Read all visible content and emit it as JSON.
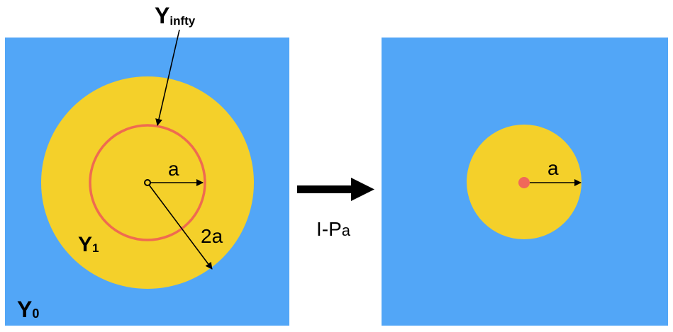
{
  "labels": {
    "y_infty_main": "Y",
    "y_infty_sub": "infty",
    "y1_main": "Y",
    "y1_sub": "1",
    "y0_main": "Y",
    "y0_sub": "0",
    "left_a": "a",
    "left_2a": "2a",
    "right_a": "a",
    "operator_main": "I-P",
    "operator_sub": "a"
  },
  "colors": {
    "square_blue": "#52A6F7",
    "disk_yellow": "#F4D02A",
    "circle_red": "#EF6B50",
    "center_dot_red": "#F0685A",
    "ink": "#000000"
  }
}
